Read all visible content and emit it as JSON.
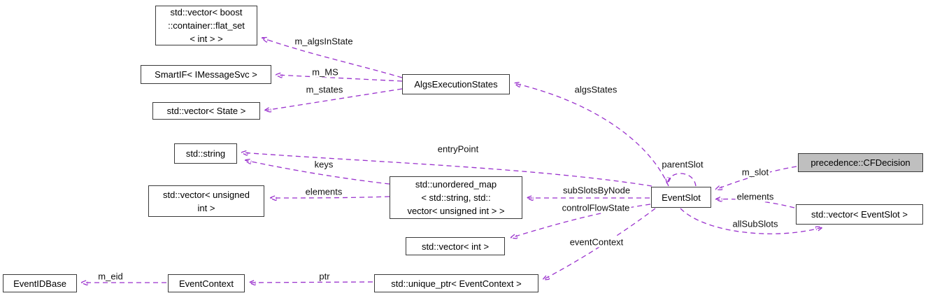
{
  "colors": {
    "edge": "#9a32cd",
    "node_border": "#3a3a3a",
    "node_background": "#ffffff",
    "highlight_background": "#bfbfbf",
    "text": "#000000"
  },
  "nodes": {
    "flat_set": {
      "label": "std::vector< boost\n::container::flat_set\n< int > >"
    },
    "smartif": {
      "label": "SmartIF< IMessageSvc >"
    },
    "vec_state": {
      "label": "std::vector< State >"
    },
    "algs_exec_states": {
      "label": "AlgsExecutionStates"
    },
    "std_string": {
      "label": "std::string"
    },
    "vec_unsigned": {
      "label": "std::vector< unsigned\nint >"
    },
    "unordered_map": {
      "label": "std::unordered_map\n< std::string, std::\nvector< unsigned int > >"
    },
    "vec_int": {
      "label": "std::vector< int >"
    },
    "unique_ptr": {
      "label": "std::unique_ptr< EventContext >"
    },
    "event_context": {
      "label": "EventContext"
    },
    "event_id_base": {
      "label": "EventIDBase"
    },
    "event_slot": {
      "label": "EventSlot"
    },
    "cf_decision": {
      "label": "precedence::CFDecision"
    },
    "vec_event_slot": {
      "label": "std::vector< EventSlot >"
    }
  },
  "edges": {
    "m_algsInState": {
      "label": "m_algsInState"
    },
    "m_MS": {
      "label": "m_MS"
    },
    "m_states": {
      "label": "m_states"
    },
    "algsStates": {
      "label": "algsStates"
    },
    "entryPoint": {
      "label": "entryPoint"
    },
    "keys": {
      "label": "keys"
    },
    "elements_left": {
      "label": "elements"
    },
    "subSlotsByNode": {
      "label": "subSlotsByNode"
    },
    "controlFlowState": {
      "label": "controlFlowState"
    },
    "eventContext": {
      "label": "eventContext"
    },
    "parentSlot": {
      "label": "parentSlot"
    },
    "m_slot": {
      "label": "m_slot"
    },
    "elements_right": {
      "label": "elements"
    },
    "allSubSlots": {
      "label": "allSubSlots"
    },
    "ptr": {
      "label": "ptr"
    },
    "m_eid": {
      "label": "m_eid"
    }
  }
}
